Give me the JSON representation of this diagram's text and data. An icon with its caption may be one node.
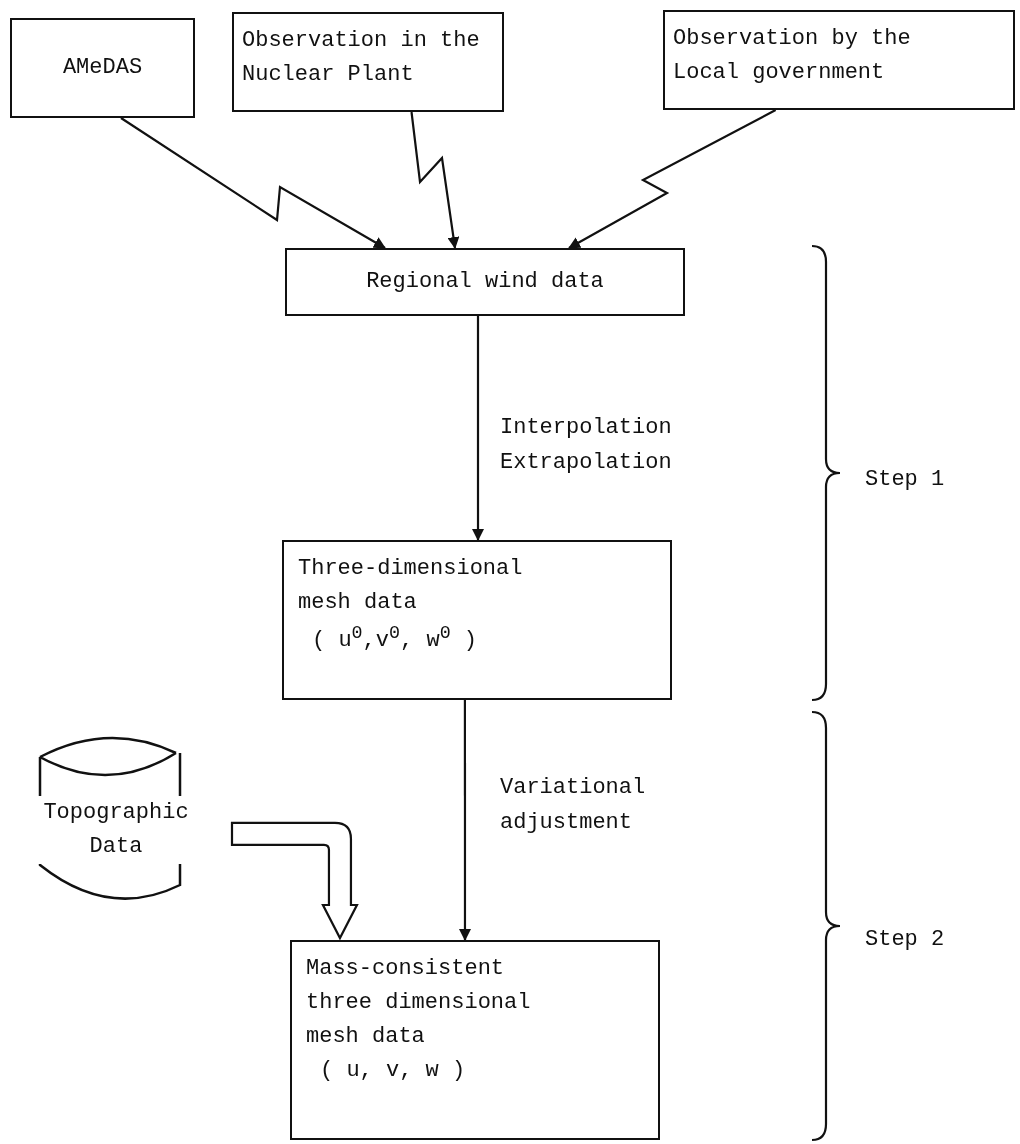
{
  "diagram": {
    "nodes": [
      {
        "text": [
          "AMeDAS"
        ]
      },
      {
        "text": [
          "Observation in the Nuclear Plant"
        ]
      },
      {
        "text": [
          "Observation by the Local government"
        ]
      },
      {
        "text": [
          "Regional wind data"
        ]
      },
      {
        "text": [
          "Three-dimensional mesh data",
          "( u$^{0}$,v$^{0}$, w$^{0}$ )"
        ]
      },
      {
        "text": [
          "Topographic Data"
        ]
      },
      {
        "text": [
          "Mass-consistent three dimensional mesh data",
          "( u, v, w )"
        ]
      }
    ],
    "edges": [
      {
        "from": 0,
        "to": 3,
        "arrow": "to"
      },
      {
        "from": 1,
        "to": 3,
        "arrow": "to"
      },
      {
        "from": 2,
        "to": 3,
        "arrow": "to"
      },
      {
        "from": 3,
        "to": 4,
        "arrow": "to",
        "label": "Interpolation Extrapolation"
      },
      {
        "from": 4,
        "to": 6,
        "arrow": "to",
        "label": "Variational adjustment"
      },
      {
        "from": 5,
        "to": 6,
        "arrow": "to",
        "style": "thick"
      }
    ],
    "labels": [
      "Step 1",
      "Step 2"
    ]
  }
}
